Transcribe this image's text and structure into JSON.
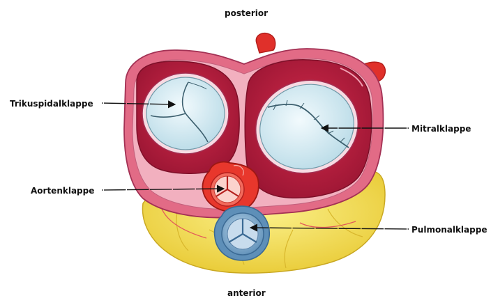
{
  "labels": {
    "top": "posterior",
    "bottom": "anterior",
    "tricuspid": "Trikuspidalklappe",
    "mitral": "Mitralklappe",
    "aortic": "Aortenklappe",
    "pulmonary": "Pulmonalklappe"
  },
  "colors": {
    "myocardium": "#c2203f",
    "myocardium_dark": "#8e1330",
    "annulus_pink": "#f2b0bf",
    "pink_outer": "#e26b86",
    "valve_leaflet": "#d9eff5",
    "fat_yellow": "#f6e35a",
    "aorta_red": "#e8372c",
    "pulmonary_blue": "#8fb7d6",
    "vessel_red": "#e0302a"
  },
  "icons": {
    "heart_cross_section": "heart-valve-plane-illustration"
  }
}
